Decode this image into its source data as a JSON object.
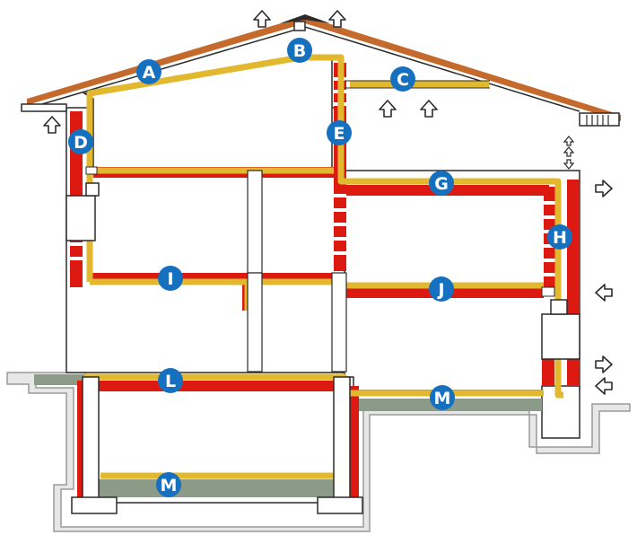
{
  "colors": {
    "roof": "#c56a2d",
    "air_barrier": "#e1b82e",
    "insulation": "#dd1a12",
    "wall_stroke": "#2b2b2b",
    "ground": "#e7e7e7",
    "slab": "#8c9b87",
    "marker": "#1670c0"
  },
  "markers": [
    {
      "id": "A",
      "label": "A"
    },
    {
      "id": "B",
      "label": "B"
    },
    {
      "id": "C",
      "label": "C"
    },
    {
      "id": "D",
      "label": "D"
    },
    {
      "id": "E",
      "label": "E"
    },
    {
      "id": "G",
      "label": "G"
    },
    {
      "id": "H",
      "label": "H"
    },
    {
      "id": "I",
      "label": "I"
    },
    {
      "id": "J",
      "label": "J"
    },
    {
      "id": "L",
      "label": "L"
    },
    {
      "id": "M1",
      "label": "M"
    },
    {
      "id": "M2",
      "label": "M"
    }
  ],
  "arrows": [
    {
      "id": "ridge-left",
      "icon": "arrow-up-icon"
    },
    {
      "id": "ridge-right",
      "icon": "arrow-up-icon"
    },
    {
      "id": "attic-1",
      "icon": "arrow-up-icon"
    },
    {
      "id": "attic-2",
      "icon": "arrow-up-icon"
    },
    {
      "id": "soffit-left",
      "icon": "arrow-up-icon"
    },
    {
      "id": "right-out-top",
      "icon": "arrow-right-icon"
    },
    {
      "id": "right-in",
      "icon": "arrow-left-icon"
    },
    {
      "id": "right-out-bottom",
      "icon": "arrow-right-icon"
    },
    {
      "id": "right-in-bottom",
      "icon": "arrow-left-icon"
    }
  ]
}
